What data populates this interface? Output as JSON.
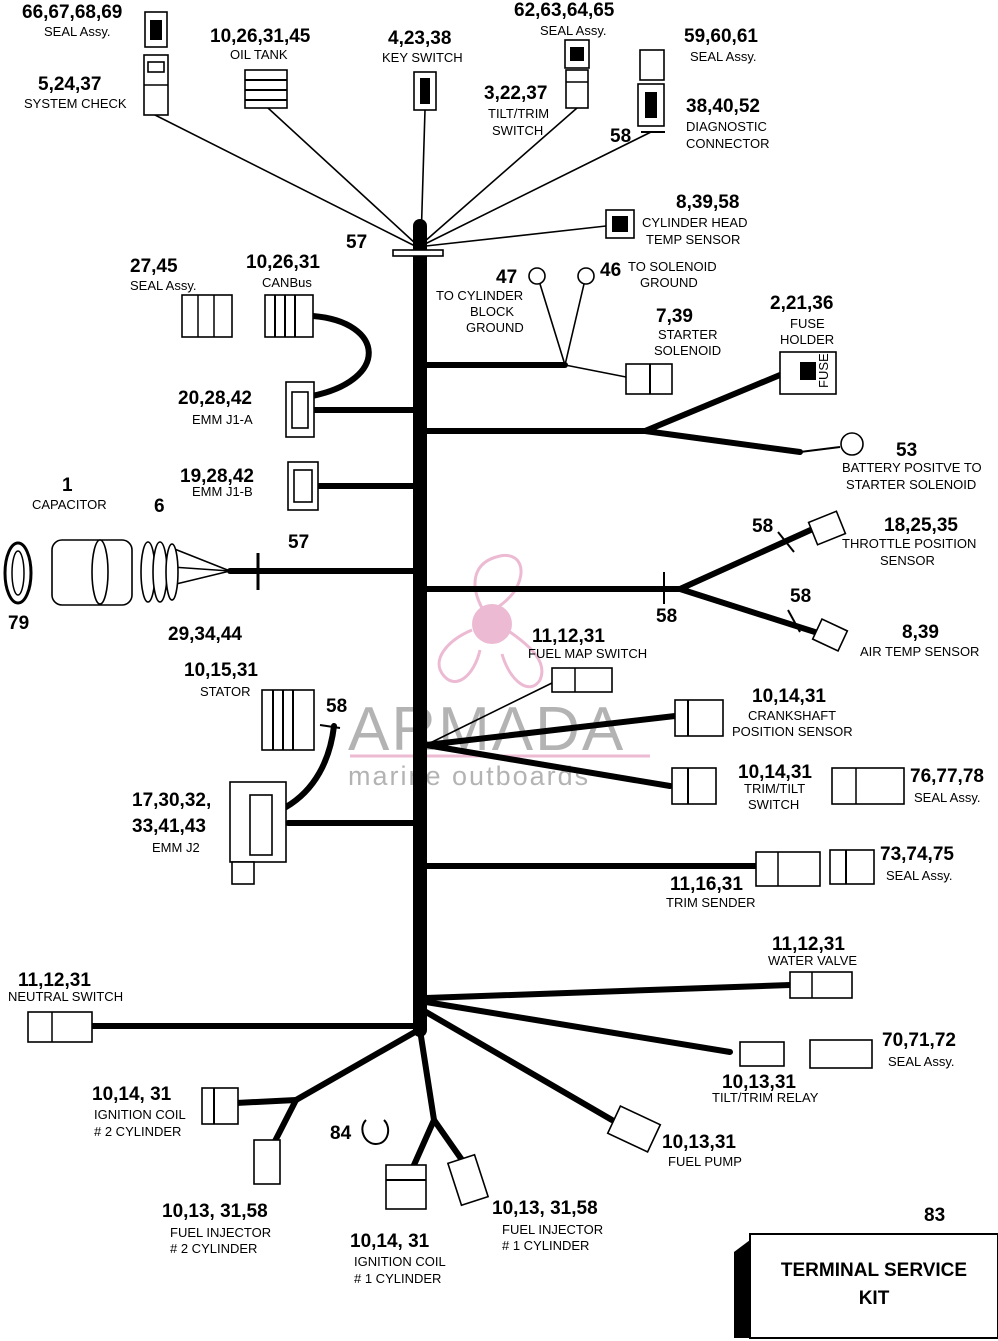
{
  "labels": {
    "seal_66": {
      "num": "66,67,68,69",
      "name": "SEAL Assy."
    },
    "system_check": {
      "num": "5,24,37",
      "name": "SYSTEM CHECK"
    },
    "oil_tank": {
      "num": "10,26,31,45",
      "name": "OIL TANK"
    },
    "key_switch": {
      "num": "4,23,38",
      "name": "KEY SWITCH"
    },
    "seal_62": {
      "num": "62,63,64,65",
      "name": "SEAL Assy."
    },
    "tilt_trim_switch": {
      "num": "3,22,37",
      "name1": "TILT/TRIM",
      "name2": "SWITCH"
    },
    "seal_59": {
      "num": "59,60,61",
      "name": "SEAL Assy."
    },
    "diagnostic": {
      "num": "38,40,52",
      "name1": "DIAGNOSTIC",
      "name2": "CONNECTOR"
    },
    "n58_diag": "58",
    "cyl_head": {
      "num": "8,39,58",
      "name1": "CYLINDER HEAD",
      "name2": "TEMP SENSOR"
    },
    "n57_top": "57",
    "seal_27": {
      "num": "27,45",
      "name": "SEAL Assy."
    },
    "canbus": {
      "num": "10,26,31",
      "name": "CANBus"
    },
    "cyl_block_ground": {
      "num": "47",
      "name1": "TO CYLINDER",
      "name2": "BLOCK",
      "name3": "GROUND"
    },
    "solenoid_ground": {
      "num": "46",
      "name1": "TO SOLENOID",
      "name2": "GROUND"
    },
    "starter_solenoid": {
      "num": "7,39",
      "name1": "STARTER",
      "name2": "SOLENOID"
    },
    "fuse_holder": {
      "num": "2,21,36",
      "name1": "FUSE",
      "name2": "HOLDER"
    },
    "fuse_word": "FUSE",
    "emm_j1a": {
      "num": "20,28,42",
      "name": "EMM J1-A"
    },
    "battery_positive": {
      "num": "53",
      "name1": "BATTERY POSITVE TO",
      "name2": "STARTER SOLENOID"
    },
    "emm_j1b": {
      "num": "19,28,42",
      "name": "EMM J1-B"
    },
    "capacitor": {
      "num": "1",
      "name": "CAPACITOR"
    },
    "n6": "6",
    "n57_mid": "57",
    "n79": "79",
    "n29": "29,34,44",
    "n58_tps": "58",
    "throttle": {
      "num": "18,25,35",
      "name1": "THROTTLE POSITION",
      "name2": "SENSOR"
    },
    "n58_split": "58",
    "n58_air": "58",
    "air_temp": {
      "num": "8,39",
      "name": "AIR TEMP SENSOR"
    },
    "fuel_map": {
      "num": "11,12,31",
      "name": "FUEL MAP SWITCH"
    },
    "stator": {
      "num": "10,15,31",
      "name": "STATOR"
    },
    "n58_stator": "58",
    "crankshaft": {
      "num": "10,14,31",
      "name1": "CRANKSHAFT",
      "name2": "POSITION SENSOR"
    },
    "emm_j2": {
      "num1": "17,30,32,",
      "num2": "33,41,43",
      "name": "EMM J2"
    },
    "trim_tilt_switch": {
      "num": "10,14,31",
      "name1": "TRIM/TILT",
      "name2": "SWITCH"
    },
    "seal_76": {
      "num": "76,77,78",
      "name": "SEAL Assy."
    },
    "seal_73": {
      "num": "73,74,75",
      "name": "SEAL Assy."
    },
    "trim_sender": {
      "num": "11,16,31",
      "name": "TRIM SENDER"
    },
    "water_valve": {
      "num": "11,12,31",
      "name": "WATER VALVE"
    },
    "neutral_switch": {
      "num": "11,12,31",
      "name": "NEUTRAL SWITCH"
    },
    "seal_70": {
      "num": "70,71,72",
      "name": "SEAL Assy."
    },
    "tilt_trim_relay": {
      "num": "10,13,31",
      "name": "TILT/TRIM RELAY"
    },
    "ign_coil_2": {
      "num": "10,14, 31",
      "name1": "IGNITION COIL",
      "name2": "# 2 CYLINDER"
    },
    "n84": "84",
    "fuel_pump": {
      "num": "10,13,31",
      "name": "FUEL PUMP"
    },
    "fuel_inj_2": {
      "num": "10,13, 31,58",
      "name1": "FUEL INJECTOR",
      "name2": "# 2 CYLINDER"
    },
    "fuel_inj_1": {
      "num": "10,13, 31,58",
      "name1": "FUEL INJECTOR",
      "name2": "# 1 CYLINDER"
    },
    "ign_coil_1": {
      "num": "10,14, 31",
      "name1": "IGNITION COIL",
      "name2": "# 1 CYLINDER"
    },
    "n83": "83",
    "kit": {
      "line1": "TERMINAL SERVICE",
      "line2": "KIT"
    }
  },
  "watermark": {
    "brand": "ARMADA",
    "tagline": "marine outboards",
    "color": "#e6a3c4"
  }
}
